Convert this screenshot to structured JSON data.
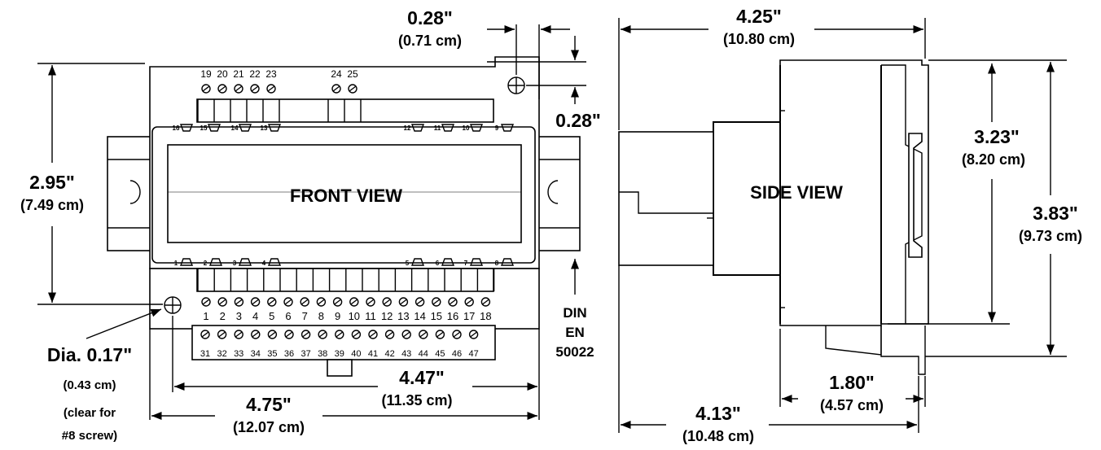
{
  "front": {
    "title": "FRONT VIEW",
    "top_terminals": [
      "19",
      "20",
      "21",
      "22",
      "23",
      "24",
      "25"
    ],
    "bottom_terminals": [
      "1",
      "2",
      "3",
      "4",
      "5",
      "6",
      "7",
      "8",
      "9",
      "10",
      "11",
      "12",
      "13",
      "14",
      "15",
      "16",
      "17",
      "18"
    ],
    "lower_terminals": [
      "31",
      "32",
      "33",
      "34",
      "35",
      "36",
      "37",
      "38",
      "39",
      "40",
      "41",
      "42",
      "43",
      "44",
      "45",
      "46",
      "47"
    ],
    "led_labels_top": [
      "16",
      "15",
      "14",
      "13",
      "12",
      "11",
      "10",
      "9"
    ],
    "led_labels_bottom": [
      "1",
      "2",
      "3",
      "4",
      "5",
      "6",
      "7",
      "8"
    ]
  },
  "side": {
    "title": "SIDE VIEW"
  },
  "dims": {
    "offset_top_in": "0.28\"",
    "offset_top_cm": "(0.71 cm)",
    "offset_right_in": "0.28\"",
    "height_front_in": "2.95\"",
    "height_front_cm": "(7.49 cm)",
    "hole_dia": "Dia. 0.17\"",
    "hole_cm": "(0.43 cm)",
    "hole_note1": "(clear for",
    "hole_note2": "#8 screw)",
    "width_inner_in": "4.47\"",
    "width_inner_cm": "(11.35 cm)",
    "width_outer_in": "4.75\"",
    "width_outer_cm": "(12.07 cm)",
    "din1": "DIN",
    "din2": "EN",
    "din3": "50022",
    "side_top_in": "4.25\"",
    "side_top_cm": "(10.80 cm)",
    "side_h1_in": "3.23\"",
    "side_h1_cm": "(8.20 cm)",
    "side_h2_in": "3.83\"",
    "side_h2_cm": "(9.73 cm)",
    "side_depth_in": "1.80\"",
    "side_depth_cm": "(4.57 cm)",
    "side_bottom_in": "4.13\"",
    "side_bottom_cm": "(10.48 cm)"
  }
}
